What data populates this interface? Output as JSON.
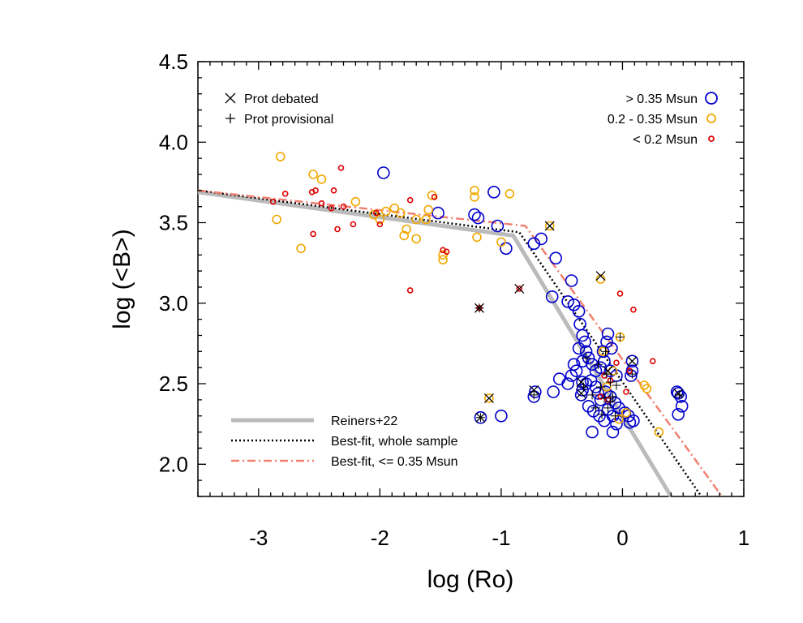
{
  "chart_data": {
    "type": "scatter",
    "xlabel": "log (Ro)",
    "ylabel": "log (<B>)",
    "xlim": [
      -3.5,
      1.0
    ],
    "ylim": [
      1.8,
      4.5
    ],
    "x_ticks": [
      -3,
      -2,
      -1,
      0,
      1
    ],
    "y_ticks": [
      2.0,
      2.5,
      3.0,
      3.5,
      4.0,
      4.5
    ],
    "x_tick_labels": [
      "-3",
      "-2",
      "-1",
      "0",
      "1"
    ],
    "y_tick_labels": [
      "2.0",
      "2.5",
      "3.0",
      "3.5",
      "4.0",
      "4.5"
    ],
    "grid": false,
    "marker_legend": [
      {
        "label": "Prot debated",
        "marker": "x"
      },
      {
        "label": "Prot provisional",
        "marker": "+"
      }
    ],
    "mass_legend": [
      {
        "label": "> 0.35 Msun",
        "series": "high",
        "color": "#0000cc",
        "size": 7
      },
      {
        "label": "0.2 - 0.35 Msun",
        "series": "mid",
        "color": "#f0a800",
        "size": 5
      },
      {
        "label": "< 0.2 Msun",
        "series": "low",
        "color": "#dd0000",
        "size": 3
      }
    ],
    "fit_legend": [
      {
        "label": "Reiners+22",
        "line": "reiners"
      },
      {
        "label": "Best-fit, whole sample",
        "line": "whole"
      },
      {
        "label": "Best-fit, <= 0.35 Msun",
        "line": "low_mass"
      }
    ],
    "lines": {
      "reiners": {
        "color": "#bbbbbb",
        "points": [
          [
            -3.5,
            3.69
          ],
          [
            -0.9,
            3.42
          ],
          [
            0.4,
            1.8
          ]
        ]
      },
      "whole": {
        "color": "#000000",
        "points": [
          [
            -3.5,
            3.7
          ],
          [
            -0.85,
            3.44
          ],
          [
            0.65,
            1.8
          ]
        ]
      },
      "low_mass": {
        "color": "#f08070",
        "points": [
          [
            -3.5,
            3.7
          ],
          [
            -0.8,
            3.48
          ],
          [
            0.82,
            1.8
          ]
        ]
      }
    },
    "series": [
      {
        "name": "> 0.35 Msun",
        "key": "high",
        "points": [
          {
            "x": -1.97,
            "y": 3.81
          },
          {
            "x": -1.06,
            "y": 3.69
          },
          {
            "x": -1.52,
            "y": 3.56
          },
          {
            "x": -1.22,
            "y": 3.55
          },
          {
            "x": -1.19,
            "y": 3.53
          },
          {
            "x": -1.03,
            "y": 3.48
          },
          {
            "x": -0.96,
            "y": 3.34
          },
          {
            "x": -0.67,
            "y": 3.4
          },
          {
            "x": -0.73,
            "y": 3.37
          },
          {
            "x": -0.55,
            "y": 3.28
          },
          {
            "x": -0.58,
            "y": 3.04
          },
          {
            "x": -0.42,
            "y": 3.14
          },
          {
            "x": -0.45,
            "y": 3.01
          },
          {
            "x": -0.4,
            "y": 2.99
          },
          {
            "x": -0.36,
            "y": 2.95
          },
          {
            "x": -0.35,
            "y": 2.87
          },
          {
            "x": -0.33,
            "y": 2.8
          },
          {
            "x": -0.31,
            "y": 2.76
          },
          {
            "x": -0.36,
            "y": 2.72
          },
          {
            "x": -0.3,
            "y": 2.7
          },
          {
            "x": -0.28,
            "y": 2.66
          },
          {
            "x": -0.33,
            "y": 2.64
          },
          {
            "x": -0.4,
            "y": 2.62
          },
          {
            "x": -0.25,
            "y": 2.62
          },
          {
            "x": -0.22,
            "y": 2.58
          },
          {
            "x": -0.18,
            "y": 2.6
          },
          {
            "x": -0.15,
            "y": 2.64
          },
          {
            "x": -0.1,
            "y": 2.58
          },
          {
            "x": -0.05,
            "y": 2.55
          },
          {
            "x": -0.38,
            "y": 2.58
          },
          {
            "x": -0.42,
            "y": 2.55
          },
          {
            "x": -0.45,
            "y": 2.5
          },
          {
            "x": -0.52,
            "y": 2.53
          },
          {
            "x": -0.57,
            "y": 2.45
          },
          {
            "x": -0.3,
            "y": 2.5
          },
          {
            "x": -0.26,
            "y": 2.52
          },
          {
            "x": -0.22,
            "y": 2.48
          },
          {
            "x": -0.2,
            "y": 2.44
          },
          {
            "x": -0.18,
            "y": 2.4
          },
          {
            "x": -0.14,
            "y": 2.45
          },
          {
            "x": -0.1,
            "y": 2.42
          },
          {
            "x": -0.06,
            "y": 2.38
          },
          {
            "x": -0.03,
            "y": 2.35
          },
          {
            "x": 0.02,
            "y": 2.32
          },
          {
            "x": 0.05,
            "y": 2.3
          },
          {
            "x": -0.28,
            "y": 2.36
          },
          {
            "x": -0.24,
            "y": 2.33
          },
          {
            "x": -0.19,
            "y": 2.3
          },
          {
            "x": -0.15,
            "y": 2.27
          },
          {
            "x": -0.12,
            "y": 2.34
          },
          {
            "x": -0.08,
            "y": 2.3
          },
          {
            "x": -0.05,
            "y": 2.25
          },
          {
            "x": 0.06,
            "y": 2.26
          },
          {
            "x": 0.09,
            "y": 2.27
          },
          {
            "x": -0.25,
            "y": 2.2
          },
          {
            "x": -0.08,
            "y": 2.2
          },
          {
            "x": -0.12,
            "y": 2.81
          },
          {
            "x": -0.13,
            "y": 2.76
          },
          {
            "x": -0.09,
            "y": 2.72
          },
          {
            "x": -0.16,
            "y": 2.7
          },
          {
            "x": 0.08,
            "y": 2.58
          },
          {
            "x": 0.07,
            "y": 2.55
          },
          {
            "x": 0.45,
            "y": 2.45
          },
          {
            "x": 0.46,
            "y": 2.31
          },
          {
            "x": 0.49,
            "y": 2.36
          },
          {
            "x": 0.48,
            "y": 2.42
          },
          {
            "x": -0.33,
            "y": 2.46
          },
          {
            "x": -1.0,
            "y": 2.3
          },
          {
            "x": -0.72,
            "y": 2.45
          },
          {
            "x": -0.73,
            "y": 2.42
          },
          {
            "x": -0.34,
            "y": 2.43
          },
          {
            "x": -0.33,
            "y": 2.51
          },
          {
            "x": -1.17,
            "y": 2.29
          },
          {
            "x": 0.46,
            "y": 2.44
          },
          {
            "x": 0.08,
            "y": 2.64
          }
        ]
      },
      {
        "name": "0.2 - 0.35 Msun",
        "key": "mid",
        "points": [
          {
            "x": -2.82,
            "y": 3.91
          },
          {
            "x": -2.55,
            "y": 3.8
          },
          {
            "x": -2.48,
            "y": 3.77
          },
          {
            "x": -2.85,
            "y": 3.52
          },
          {
            "x": -2.65,
            "y": 3.34
          },
          {
            "x": -2.2,
            "y": 3.63
          },
          {
            "x": -2.05,
            "y": 3.55
          },
          {
            "x": -2.0,
            "y": 3.52
          },
          {
            "x": -1.95,
            "y": 3.57
          },
          {
            "x": -1.88,
            "y": 3.59
          },
          {
            "x": -1.83,
            "y": 3.56
          },
          {
            "x": -1.78,
            "y": 3.46
          },
          {
            "x": -1.8,
            "y": 3.42
          },
          {
            "x": -1.7,
            "y": 3.4
          },
          {
            "x": -1.62,
            "y": 3.52
          },
          {
            "x": -1.6,
            "y": 3.58
          },
          {
            "x": -1.57,
            "y": 3.67
          },
          {
            "x": -1.48,
            "y": 3.3
          },
          {
            "x": -1.22,
            "y": 3.7
          },
          {
            "x": -1.22,
            "y": 3.66
          },
          {
            "x": -1.2,
            "y": 3.41
          },
          {
            "x": -1.0,
            "y": 3.38
          },
          {
            "x": -0.93,
            "y": 3.68
          },
          {
            "x": -1.48,
            "y": 3.27
          },
          {
            "x": -0.02,
            "y": 2.79
          },
          {
            "x": -0.16,
            "y": 2.7
          },
          {
            "x": 0.18,
            "y": 2.49
          },
          {
            "x": 0.2,
            "y": 2.47
          },
          {
            "x": 0.3,
            "y": 2.2
          },
          {
            "x": -0.03,
            "y": 2.28
          },
          {
            "x": 0.03,
            "y": 2.32
          },
          {
            "x": -0.13,
            "y": 2.48
          },
          {
            "x": -0.08,
            "y": 2.58
          },
          {
            "x": -1.1,
            "y": 2.41
          },
          {
            "x": -0.6,
            "y": 3.48
          },
          {
            "x": -0.18,
            "y": 3.15
          },
          {
            "x": -1.7,
            "y": 3.52
          }
        ]
      },
      {
        "name": "< 0.2 Msun",
        "key": "low",
        "points": [
          {
            "x": -2.32,
            "y": 3.84
          },
          {
            "x": -2.38,
            "y": 3.7
          },
          {
            "x": -2.56,
            "y": 3.69
          },
          {
            "x": -2.53,
            "y": 3.7
          },
          {
            "x": -2.78,
            "y": 3.68
          },
          {
            "x": -2.88,
            "y": 3.63
          },
          {
            "x": -2.48,
            "y": 3.62
          },
          {
            "x": -2.4,
            "y": 3.59
          },
          {
            "x": -2.3,
            "y": 3.6
          },
          {
            "x": -2.03,
            "y": 3.56
          },
          {
            "x": -2.0,
            "y": 3.49
          },
          {
            "x": -2.22,
            "y": 3.49
          },
          {
            "x": -2.35,
            "y": 3.46
          },
          {
            "x": -2.55,
            "y": 3.43
          },
          {
            "x": -1.75,
            "y": 3.64
          },
          {
            "x": -1.55,
            "y": 3.66
          },
          {
            "x": -1.48,
            "y": 3.33
          },
          {
            "x": -1.45,
            "y": 3.32
          },
          {
            "x": -1.75,
            "y": 3.08
          },
          {
            "x": -1.18,
            "y": 2.97
          },
          {
            "x": -0.85,
            "y": 3.09
          },
          {
            "x": -0.02,
            "y": 3.06
          },
          {
            "x": 0.09,
            "y": 2.96
          },
          {
            "x": 0.25,
            "y": 2.64
          },
          {
            "x": -0.15,
            "y": 2.55
          },
          {
            "x": 0.03,
            "y": 2.45
          },
          {
            "x": 0.06,
            "y": 2.58
          },
          {
            "x": -0.1,
            "y": 2.52
          },
          {
            "x": -0.05,
            "y": 2.63
          },
          {
            "x": -0.12,
            "y": 2.4
          },
          {
            "x": -0.18,
            "y": 2.42
          }
        ]
      }
    ],
    "debated_points": [
      {
        "x": -0.6,
        "y": 3.48
      },
      {
        "x": -0.18,
        "y": 3.17
      },
      {
        "x": -0.85,
        "y": 3.09
      },
      {
        "x": -1.18,
        "y": 2.97
      },
      {
        "x": -0.34,
        "y": 2.51
      },
      {
        "x": -0.34,
        "y": 2.44
      },
      {
        "x": -0.73,
        "y": 2.46
      },
      {
        "x": -1.1,
        "y": 2.41
      },
      {
        "x": -1.17,
        "y": 2.29
      },
      {
        "x": 0.08,
        "y": 2.64
      },
      {
        "x": -0.12,
        "y": 2.58
      },
      {
        "x": 0.46,
        "y": 2.44
      }
    ],
    "provisional_points": [
      {
        "x": -0.73,
        "y": 2.43
      },
      {
        "x": -0.32,
        "y": 2.48
      },
      {
        "x": -0.25,
        "y": 2.43
      },
      {
        "x": -0.2,
        "y": 2.62
      },
      {
        "x": -0.14,
        "y": 2.7
      },
      {
        "x": -0.13,
        "y": 2.56
      },
      {
        "x": -0.1,
        "y": 2.51
      },
      {
        "x": -0.05,
        "y": 2.49
      },
      {
        "x": -0.02,
        "y": 2.79
      },
      {
        "x": 0.08,
        "y": 2.56
      },
      {
        "x": -0.15,
        "y": 2.41
      },
      {
        "x": -0.1,
        "y": 2.39
      },
      {
        "x": -0.3,
        "y": 2.66
      },
      {
        "x": -0.22,
        "y": 2.35
      },
      {
        "x": -0.17,
        "y": 2.31
      },
      {
        "x": -0.12,
        "y": 2.35
      },
      {
        "x": -0.06,
        "y": 2.3
      },
      {
        "x": -0.08,
        "y": 2.42
      },
      {
        "x": -0.18,
        "y": 2.48
      },
      {
        "x": -1.18,
        "y": 2.97
      },
      {
        "x": -1.17,
        "y": 2.29
      },
      {
        "x": 0.47,
        "y": 2.43
      }
    ]
  }
}
